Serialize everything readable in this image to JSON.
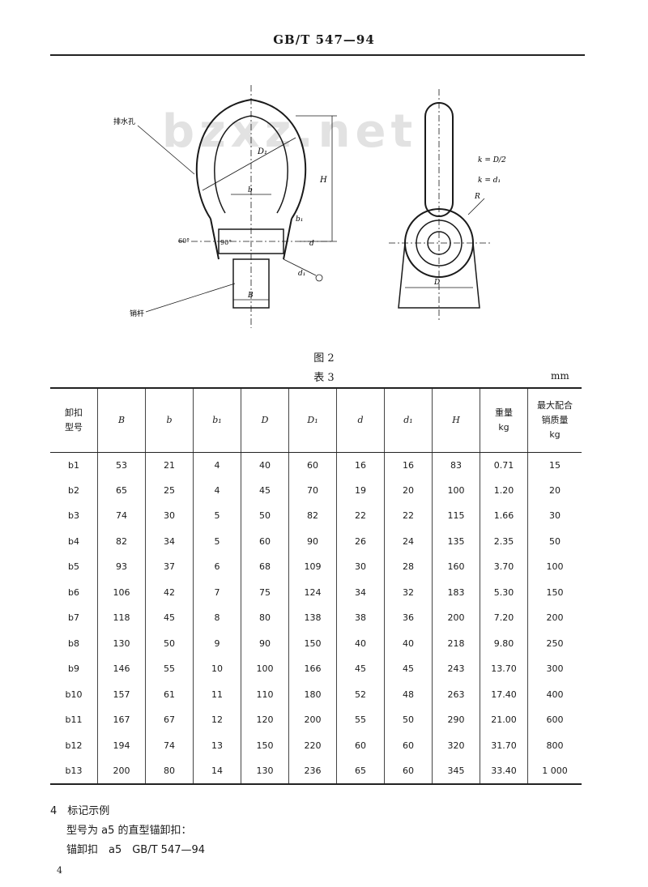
{
  "header": {
    "title": "GB/T 547—94"
  },
  "watermark": "bzxz.net",
  "figure": {
    "labels": {
      "anti_rust": "排水孔",
      "rod": "销杆",
      "H": "H",
      "D1": "D₁",
      "b": "b",
      "b1": "b₁",
      "B": "B",
      "d": "d",
      "d1": "d₁",
      "D": "D",
      "R": "R",
      "angle1": "60°",
      "angle2": "90°",
      "k1": "k = D/2",
      "k2": "k = d₁"
    },
    "caption": "图 2"
  },
  "table": {
    "caption": "表 3",
    "unit": "mm",
    "headers": [
      "卸扣型号",
      "B",
      "b",
      "b₁",
      "D",
      "D₁",
      "d",
      "d₁",
      "H",
      "重量kg",
      "最大配合销质量kg"
    ],
    "header_lines": {
      "model": [
        "卸扣",
        "型号"
      ],
      "weight": [
        "重量",
        "kg"
      ],
      "max_mass": [
        "最大配合",
        "销质量",
        "kg"
      ]
    },
    "rows": [
      [
        "b1",
        "53",
        "21",
        "4",
        "40",
        "60",
        "16",
        "16",
        "83",
        "0.71",
        "15"
      ],
      [
        "b2",
        "65",
        "25",
        "4",
        "45",
        "70",
        "19",
        "20",
        "100",
        "1.20",
        "20"
      ],
      [
        "b3",
        "74",
        "30",
        "5",
        "50",
        "82",
        "22",
        "22",
        "115",
        "1.66",
        "30"
      ],
      [
        "b4",
        "82",
        "34",
        "5",
        "60",
        "90",
        "26",
        "24",
        "135",
        "2.35",
        "50"
      ],
      [
        "b5",
        "93",
        "37",
        "6",
        "68",
        "109",
        "30",
        "28",
        "160",
        "3.70",
        "100"
      ],
      [
        "b6",
        "106",
        "42",
        "7",
        "75",
        "124",
        "34",
        "32",
        "183",
        "5.30",
        "150"
      ],
      [
        "b7",
        "118",
        "45",
        "8",
        "80",
        "138",
        "38",
        "36",
        "200",
        "7.20",
        "200"
      ],
      [
        "b8",
        "130",
        "50",
        "9",
        "90",
        "150",
        "40",
        "40",
        "218",
        "9.80",
        "250"
      ],
      [
        "b9",
        "146",
        "55",
        "10",
        "100",
        "166",
        "45",
        "45",
        "243",
        "13.70",
        "300"
      ],
      [
        "b10",
        "157",
        "61",
        "11",
        "110",
        "180",
        "52",
        "48",
        "263",
        "17.40",
        "400"
      ],
      [
        "b11",
        "167",
        "67",
        "12",
        "120",
        "200",
        "55",
        "50",
        "290",
        "21.00",
        "600"
      ],
      [
        "b12",
        "194",
        "74",
        "13",
        "150",
        "220",
        "60",
        "60",
        "320",
        "31.70",
        "800"
      ],
      [
        "b13",
        "200",
        "80",
        "14",
        "130",
        "236",
        "65",
        "60",
        "345",
        "33.40",
        "1 000"
      ]
    ]
  },
  "notes": {
    "heading": "4　标记示例",
    "line1": "型号为 a5 的直型锚卸扣：",
    "line2": "锚卸扣　a5　GB/T 547—94"
  },
  "page_number": "4"
}
